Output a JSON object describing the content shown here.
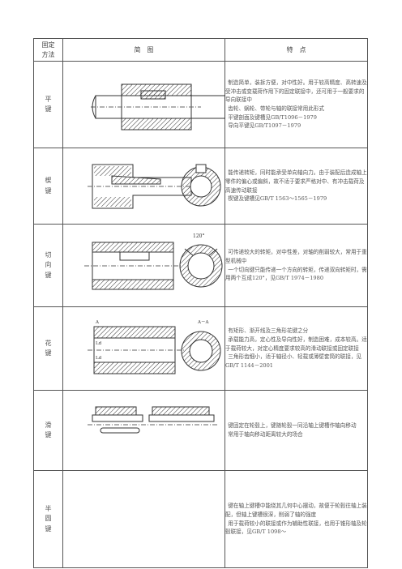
{
  "header": {
    "method": [
      "固定",
      "方法"
    ],
    "figure": "简　图",
    "features": "特　点"
  },
  "rows": [
    {
      "method": [
        "平",
        "键"
      ],
      "lines": [
        "制造简单，装拆方便，对中性好。用于较高精度、高转速及受冲击或变载荷作用下的固定联接中，还可用于一般要求的导向联接中",
        "齿轮、蜗轮、带轮与轴的联接常用此形式",
        "平键剖面及键槽见GB/T1096－1979",
        "导向平键见GB/T1097－1979"
      ]
    },
    {
      "method": [
        "楔",
        "键"
      ],
      "lines": [
        "能传递转矩，同时能承受单向轴向力。由于装配后造成轴上零件的偏心或偏斜，故不适于要求严格对中、有冲击载荷及高速传动联接",
        "楔键及键槽见GB/T 1563～1565－1979"
      ]
    },
    {
      "method": [
        "切",
        "向",
        "键"
      ],
      "fig_label": "120°",
      "lines": [
        "可传递较大的转矩，对中性差，对轴的削弱较大，常用于重型机械中",
        "一个切向键只能传递一个方向的转矩，传递双向转矩时，需用两个互成120°，见GB/T 1974－1980"
      ]
    },
    {
      "method": [
        "花",
        "键"
      ],
      "fig_labels": [
        "A",
        "A－A",
        "Ld",
        "Ld"
      ],
      "lines": [
        "有矩形、渐开线及三角形花键之分",
        "承载能力高，定心性及导向性好，制造困难，成本较高。适于载荷较大，对定心精度要求较高的滑动联接或固定联接",
        "三角形齿细小，适于轴径小、轻载或薄壁套筒的联接，见GB/T 1144－2001"
      ]
    },
    {
      "method": [
        "滑",
        "键"
      ],
      "lines": [
        "键固定在轮毂上，键随轮毂一同沿轴上键槽作轴向移动",
        "常用于轴向移动距离较大的场合"
      ]
    },
    {
      "method": [
        "半",
        "圆",
        "键"
      ],
      "lines": [
        "键在轴上键槽中能绕其几何中心摆动，故便于轮毂往轴上装配，但轴上键槽很深，削弱了轴的强度",
        "用于载荷较小的联接或作为辅助性联接，也用于锥形轴及轮毂联接，见GB/T 1098～"
      ]
    }
  ]
}
